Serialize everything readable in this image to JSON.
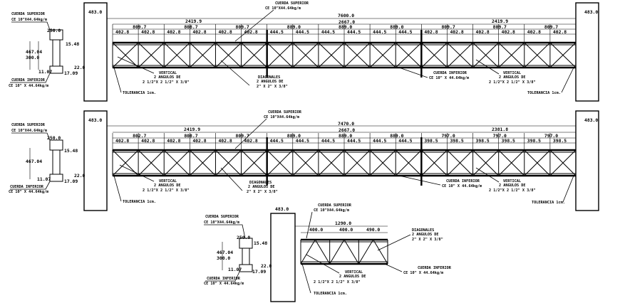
{
  "elevation_1": {
    "column_width_left": "483.0",
    "column_width_right": "483.0",
    "total_span": "7600.0",
    "end_panel_left": "2419.9",
    "center_dimension": "2667.0",
    "end_panel_right": "2419.9",
    "sub_dims_left": [
      "809.7",
      "808.7",
      "809.7"
    ],
    "sub_dims_center": [
      "889.0",
      "889.0",
      "889.0"
    ],
    "sub_dims_right": [
      "809.7",
      "809.7",
      "809.7"
    ],
    "panel_dims": [
      "402.8",
      "402.8",
      "402.8",
      "402.8",
      "402.8",
      "402.8",
      "444.5",
      "444.5",
      "444.5",
      "444.5",
      "444.5",
      "444.5",
      "402.8",
      "402.8",
      "402.8",
      "402.8",
      "402.8",
      "402.8"
    ],
    "top_chord_title": "CUERDA SUPERIOR",
    "top_chord_spec": "CE 10\"X44.64kg/m",
    "bottom_chord_title": "CUERDA INFERIOR",
    "bottom_chord_spec": "CE 10\" X 44.64kg/m",
    "vertical_title": "VERTICAL",
    "vertical_line2": "2 ANGULOS DE",
    "vertical_line3": "2 1/2\"X 2 1/2\" X 3/8\"",
    "vertical_right_title": "VERTICAL",
    "vertical_right_line2": "2 ANGULOS DE",
    "vertical_right_line3": "2 1/2\"X 2 1/2\" X 3/8\"",
    "diagonal_title": "DIAGONALES",
    "diagonal_line2": "2 ANGULOS DE",
    "diagonal_line3": "2\" X 2\" X 3/8\"",
    "tolerance_left": "TOLERANCIA 1cm.",
    "tolerance_right": "TOLERANCIA 1cm."
  },
  "elevation_2": {
    "column_width_left": "483.0",
    "column_width_right": "483.0",
    "total_span": "7470.0",
    "end_panel_left": "2419.9",
    "center_dimension": "2667.0",
    "end_panel_right": "2381.8",
    "sub_dims_left": [
      "802.7",
      "808.7",
      "809.7"
    ],
    "sub_dims_center": [
      "889.0",
      "889.0",
      "889.0"
    ],
    "sub_dims_right": [
      "797.0",
      "797.0",
      "797.0"
    ],
    "panel_dims": [
      "402.8",
      "402.8",
      "402.8",
      "402.8",
      "402.8",
      "402.8",
      "444.5",
      "444.5",
      "444.5",
      "444.5",
      "444.5",
      "444.5",
      "398.5",
      "398.5",
      "398.5",
      "398.5",
      "398.5",
      "398.5"
    ],
    "top_chord_title": "CUERDA SUPERIOR",
    "top_chord_spec": "CE 10\"X44.64kg/m",
    "bottom_chord_title": "CUERDA INFERIOR",
    "bottom_chord_spec": "CE 10\" X 44.64kg/m",
    "vertical_title": "VERTICAL",
    "vertical_line2": "2 ANGULOS DE",
    "vertical_line3": "2 1/2\"X 2 1/2\" X 3/8\"",
    "vertical_right_title": "VERTICAL",
    "vertical_right_line2": "2 ANGULOS DE",
    "vertical_right_line3": "2 1/2\"X 2 1/2\" X 3/8\"",
    "diagonal_title": "DIAGONALES",
    "diagonal_line2": "2 ANGULOS DE",
    "diagonal_line3": "2\" X 2\" X 3/8\"",
    "tolerance_left": "TOLERANCIA 1cm.",
    "tolerance_right": "TOLERANCIA 1cm."
  },
  "elevation_3": {
    "column_width": "483.0",
    "total_span": "1290.0",
    "panel_dims": [
      "400.0",
      "400.0",
      "490.0"
    ],
    "top_chord_title": "CUERDA SUPERIOR",
    "top_chord_spec": "CE 10\"X44.64kg/m",
    "bottom_chord_title": "CUERDA INFERIOR",
    "bottom_chord_spec": "CE 10\" X 44.64kg/m",
    "vertical_title": "VERTICAL",
    "vertical_line2": "2 ANGULOS DE",
    "vertical_line3": "2 1/2\"X 2 1/2\" X 3/8\"",
    "diagonal_title": "DIAGONALES",
    "diagonal_line2": "2 ANGULOS DE",
    "diagonal_line3": "2\" X 2\" X 3/8\"",
    "tolerance": "TOLERANCIA 1cm."
  },
  "section_1": {
    "top_chord_title": "CUERDA SUPERIOR",
    "top_chord_spec": "CE 10\"X44.64kg/m",
    "bottom_chord_title": "CUERDA INFERIOR",
    "bottom_chord_spec": "CE 10\" X 44.64kg/m",
    "dim_top": "250.0",
    "dim_height_outer": "467.04",
    "dim_height_inner": "300.0",
    "dim_right": "15.48",
    "dim_bottom_left": "11.07",
    "dim_bottom_right": "17.09",
    "dim_side": "22.0"
  },
  "section_2": {
    "top_chord_title": "CUERDA SUPERIOR",
    "top_chord_spec": "CE 10\"X44.64kg/m",
    "bottom_chord_title": "CUERDA INFERIOR",
    "bottom_chord_spec": "CE 10\" X 44.64kg/m",
    "dim_top": "250.0",
    "dim_height_outer": "467.04",
    "dim_right": "15.48",
    "dim_bottom_left": "11.07",
    "dim_bottom_right": "17.09",
    "dim_side": "22.0"
  },
  "section_3": {
    "top_chord_title": "CUERDA SUPERIOR",
    "top_chord_spec": "CE 10\"X44.64kg/m",
    "bottom_chord_title": "CUERDA INFERIOR",
    "bottom_chord_spec": "CE 10\" X 44.64kg/m",
    "dim_top": "250.0",
    "dim_height_outer": "467.04",
    "dim_height_inner": "300.0",
    "dim_right": "15.48",
    "dim_bottom_left": "11.07",
    "dim_bottom_right": "17.09",
    "dim_side": "22.0"
  }
}
